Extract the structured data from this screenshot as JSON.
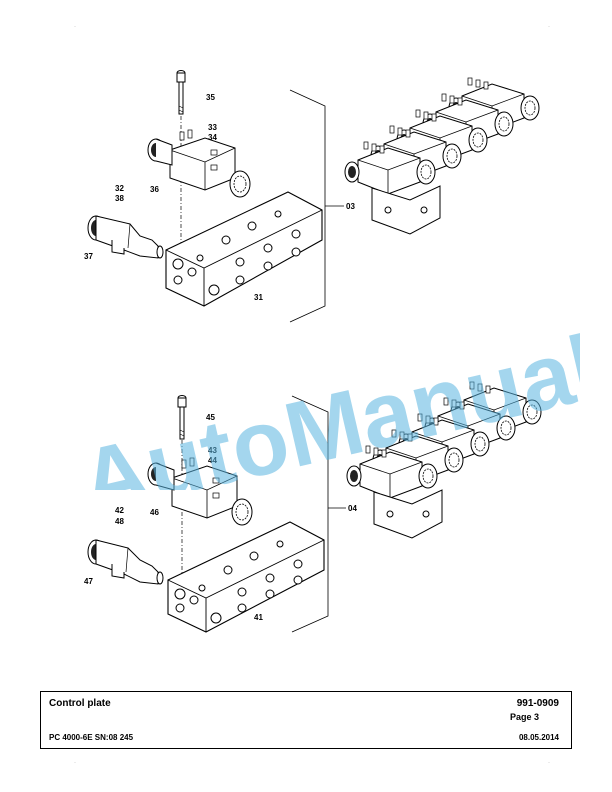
{
  "diagrams": [
    {
      "assembly_callout": "03",
      "screw": "35",
      "valve_a": "33",
      "valve_b": "34",
      "coil": "36",
      "fitting_a": "32",
      "fitting_b": "38",
      "sensor": "37",
      "plate": "31"
    },
    {
      "assembly_callout": "04",
      "screw": "45",
      "valve_a": "43",
      "valve_b": "44",
      "coil": "46",
      "fitting_a": "42",
      "fitting_b": "48",
      "sensor": "47",
      "plate": "41"
    }
  ],
  "watermark": "AutoManual",
  "footer": {
    "title": "Control plate",
    "doc_number": "991-0909",
    "page": "Page 3",
    "model": "PC 4000-6E SN:08 245",
    "date": "08.05.2014"
  },
  "colors": {
    "watermark": "#5ab4e0",
    "line": "#000000"
  }
}
